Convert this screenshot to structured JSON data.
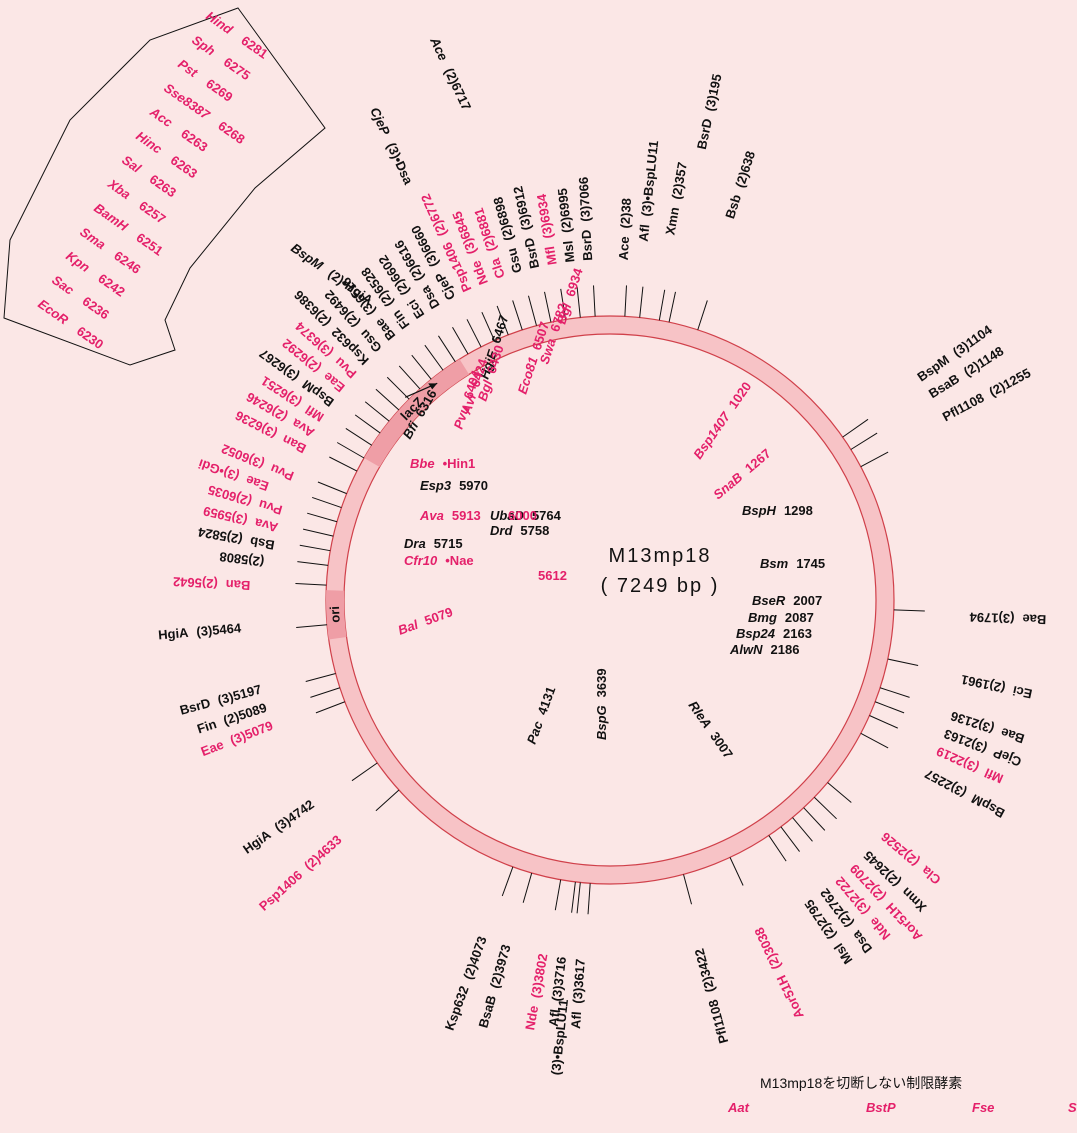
{
  "plasmid": {
    "name": "M13mp18",
    "size_label": "( 7249 bp )"
  },
  "features": [
    {
      "id": "lacz",
      "label": "lacZ"
    },
    {
      "id": "ori",
      "label": "ori"
    }
  ],
  "sites": [
    {
      "name": "Bsb",
      "num": "(2)638",
      "color": "black",
      "angle": 18,
      "r": 460
    },
    {
      "name": "Xmn",
      "num": "(2)357",
      "color": "black",
      "angle": 10,
      "r": 430
    },
    {
      "name": "Afl",
      "num": "(3)•BspLU11",
      "color": "black",
      "angle": 6,
      "r": 420
    },
    {
      "name": "Ace",
      "num": "(2)38",
      "color": "black",
      "angle": 3,
      "r": 400
    },
    {
      "name": "BsrD",
      "num": "(3)7066",
      "color": "black",
      "angle": -3,
      "r": 400
    },
    {
      "name": "Msl",
      "num": "(2)6995",
      "color": "black",
      "angle": -6,
      "r": 400
    },
    {
      "name": "Mfl",
      "num": "(3)6934",
      "color": "pink",
      "angle": -9,
      "r": 400
    },
    {
      "name": "BsrD",
      "num": "(3)6912",
      "color": "black",
      "angle": -12,
      "r": 400
    },
    {
      "name": "Gsu",
      "num": "(2)6898",
      "color": "black",
      "angle": -15,
      "r": 400
    },
    {
      "name": "Cla",
      "num": "(2)6881",
      "color": "pink",
      "angle": -18,
      "r": 400
    },
    {
      "name": "Nde",
      "num": "(3)6845",
      "color": "pink",
      "angle": -21,
      "r": 400
    },
    {
      "name": "Psp1406",
      "num": "(2)6772",
      "color": "pink",
      "angle": -24,
      "r": 400
    },
    {
      "name": "CjeP",
      "num": "(3)6660",
      "color": "black",
      "angle": -27,
      "r": 400
    },
    {
      "name": "Dsa",
      "num": "(2)6616",
      "color": "black",
      "angle": -30,
      "r": 400
    },
    {
      "name": "Eci",
      "num": "(2)6602",
      "color": "black",
      "angle": -33,
      "r": 400
    },
    {
      "name": "Fin",
      "num": "(2)6528",
      "color": "black",
      "angle": -36,
      "r": 400
    },
    {
      "name": "Bae",
      "num": "(3)6516",
      "color": "black",
      "angle": -39,
      "r": 400
    },
    {
      "name": "Gsu",
      "num": "(2)6492",
      "color": "black",
      "angle": -42,
      "r": 400
    },
    {
      "name": "Ksp632",
      "num": "(2)6386",
      "color": "black",
      "angle": -45,
      "r": 400
    },
    {
      "name": "Pvu",
      "num": "(3)6374",
      "color": "pink",
      "angle": -48,
      "r": 400
    },
    {
      "name": "Eae",
      "num": "(2)6292",
      "color": "pink",
      "angle": -51,
      "r": 400
    },
    {
      "name": "BspM",
      "num": "(3)6267",
      "color": "black",
      "angle": -54,
      "r": 400
    },
    {
      "name": "Mfl",
      "num": "(3)6251",
      "color": "pink",
      "angle": -57,
      "r": 400
    },
    {
      "name": "Ava",
      "num": "(2)6246",
      "color": "pink",
      "angle": -60,
      "r": 400
    },
    {
      "name": "Ban",
      "num": "(3)6236",
      "color": "pink",
      "angle": -63,
      "r": 400
    },
    {
      "name": "Pvu",
      "num": "(3)6052",
      "color": "pink",
      "angle": -68,
      "r": 400
    },
    {
      "name": "Eae",
      "num": "(3)•Gdi",
      "color": "pink",
      "angle": -71,
      "r": 420
    },
    {
      "name": "Pvu",
      "num": "(2)6035",
      "color": "pink",
      "angle": -74,
      "r": 400
    },
    {
      "name": "Ava",
      "num": "(3)5959",
      "color": "pink",
      "angle": -77,
      "r": 400
    },
    {
      "name": "Bsb",
      "num": "(2)5824",
      "color": "black",
      "angle": -80,
      "r": 400
    },
    {
      "name": "",
      "num": "(2)5808",
      "color": "black",
      "angle": -83,
      "r": 400
    },
    {
      "name": "Ban",
      "num": "(2)5642",
      "color": "pink",
      "angle": -87,
      "r": 420
    },
    {
      "name": "HgiA",
      "num": "(3)5464",
      "color": "black",
      "angle": -95,
      "r": 430
    },
    {
      "name": "BsrD",
      "num": "(3)5197",
      "color": "black",
      "angle": -105,
      "r": 420
    },
    {
      "name": "Fin",
      "num": "(2)5089",
      "color": "black",
      "angle": -108,
      "r": 420
    },
    {
      "name": "Eae",
      "num": "(3)5079",
      "color": "pink",
      "angle": -111,
      "r": 420
    },
    {
      "name": "HgiA",
      "num": "(3)4742",
      "color": "black",
      "angle": -125,
      "r": 420
    },
    {
      "name": "Psp1406",
      "num": "(2)4633",
      "color": "pink",
      "angle": -132,
      "r": 420
    },
    {
      "name": "Ksp632",
      "num": "(2)4073",
      "color": "black",
      "angle": -160,
      "r": 420
    },
    {
      "name": "BsaB",
      "num": "(2)3973",
      "color": "black",
      "angle": -164,
      "r": 420
    },
    {
      "name": "Nde",
      "num": "(3)3802",
      "color": "pink",
      "angle": -170,
      "r": 420
    },
    {
      "name": "Afl",
      "num": "(3)3716",
      "color": "black",
      "angle": -173,
      "r": 420
    },
    {
      "name": "Afl",
      "num": "(3)3617",
      "color": "black",
      "angle": -176,
      "r": 420
    },
    {
      "name": "",
      "num": "(3)•BspLU11",
      "color": "black",
      "angle": -174,
      "r": 470
    },
    {
      "name": "Pfl1108",
      "num": "(2)3422",
      "color": "black",
      "angle": 165,
      "r": 420
    },
    {
      "name": "Aor51H",
      "num": "(2)3038",
      "color": "pink",
      "angle": 155,
      "r": 420
    },
    {
      "name": "Msl",
      "num": "(2)2795",
      "color": "black",
      "angle": 146,
      "r": 420
    },
    {
      "name": "Dsa",
      "num": "(2)2762",
      "color": "black",
      "angle": 143,
      "r": 420
    },
    {
      "name": "Nde",
      "num": "(3)2722",
      "color": "pink",
      "angle": 140,
      "r": 420
    },
    {
      "name": "Aor51H",
      "num": "(2)2709",
      "color": "pink",
      "angle": 137,
      "r": 420
    },
    {
      "name": "Xmn",
      "num": "(2)2645",
      "color": "black",
      "angle": 134,
      "r": 420
    },
    {
      "name": "Cla",
      "num": "(2)2526",
      "color": "pink",
      "angle": 130,
      "r": 420
    },
    {
      "name": "BspM",
      "num": "(3)2257",
      "color": "black",
      "angle": 118,
      "r": 420
    },
    {
      "name": "Mfl",
      "num": "(3)2219",
      "color": "pink",
      "angle": 114,
      "r": 420
    },
    {
      "name": "CjeP",
      "num": "(3)2163",
      "color": "black",
      "angle": 111,
      "r": 420
    },
    {
      "name": "Bae",
      "num": "(3)2136",
      "color": "black",
      "angle": 108,
      "r": 420
    },
    {
      "name": "Eci",
      "num": "(2)1961",
      "color": "black",
      "angle": 102,
      "r": 420
    },
    {
      "name": "Bae",
      "num": "(3)1794",
      "color": "black",
      "angle": 92,
      "r": 420
    },
    {
      "name": "Pfl1108",
      "num": "(2)1255",
      "color": "black",
      "angle": 62,
      "r": 440
    },
    {
      "name": "BsaB",
      "num": "(2)1148",
      "color": "black",
      "angle": 58,
      "r": 440
    },
    {
      "name": "BspM",
      "num": "(3)1104",
      "color": "black",
      "angle": 55,
      "r": 440
    },
    {
      "name": "BsrD",
      "num": "(3)195",
      "color": "black",
      "angle": 12,
      "r": 520
    }
  ],
  "inner_labels": [
    {
      "name": "Bgl",
      "num": "6934",
      "color": "pink"
    },
    {
      "name": "Swa",
      "num": "6782",
      "color": "pink"
    },
    {
      "name": "Eco81",
      "num": "6507",
      "color": "pink"
    },
    {
      "name": "HgiE",
      "num": "6467",
      "color": "black"
    },
    {
      "name": "Bgl",
      "num": "6430",
      "color": "pink"
    },
    {
      "name": "Avi",
      "num": "6424",
      "color": "pink"
    },
    {
      "name": "Pvu",
      "num": "6404",
      "color": "pink"
    },
    {
      "name": "Bfi",
      "num": "6316",
      "color": "black"
    },
    {
      "name": "Bbe",
      "num": "•Hin1",
      "color": "pink"
    },
    {
      "name": "Esp3",
      "num": "5970",
      "color": "black"
    },
    {
      "name": "Ava",
      "num": "5913",
      "color": "pink"
    },
    {
      "name": "UbaD",
      "num": "5764",
      "color": "black"
    },
    {
      "name": "Drd",
      "num": "5758",
      "color": "black"
    },
    {
      "name": "Dra",
      "num": "5715",
      "color": "black"
    },
    {
      "name": "Cfr10",
      "num": "•Nae",
      "color": "pink"
    },
    {
      "name": "",
      "num": "5612",
      "color": "pink"
    },
    {
      "name": "",
      "num": "6000",
      "color": "pink"
    },
    {
      "name": "Bsp1407",
      "num": "1020",
      "color": "pink"
    },
    {
      "name": "SnaB",
      "num": "1267",
      "color": "pink"
    },
    {
      "name": "BspH",
      "num": "1298",
      "color": "black"
    },
    {
      "name": "Bsm",
      "num": "1745",
      "color": "black"
    },
    {
      "name": "BseR",
      "num": "2007",
      "color": "black"
    },
    {
      "name": "Bmg",
      "num": "2087",
      "color": "black"
    },
    {
      "name": "Bsp24",
      "num": "2163",
      "color": "black"
    },
    {
      "name": "AlwN",
      "num": "2186",
      "color": "black"
    },
    {
      "name": "RleA",
      "num": "3007",
      "color": "black"
    },
    {
      "name": "BspG",
      "num": "3639",
      "color": "black"
    },
    {
      "name": "Pac",
      "num": "4131",
      "color": "black"
    },
    {
      "name": "Bal",
      "num": "5079",
      "color": "pink"
    }
  ],
  "mcs": [
    {
      "name": "Hind",
      "num": "6281"
    },
    {
      "name": "Sph",
      "num": "6275"
    },
    {
      "name": "Pst",
      "num": "6269"
    },
    {
      "name": "Sse8387",
      "num": "6268"
    },
    {
      "name": "Acc",
      "num": "6263"
    },
    {
      "name": "Hinc",
      "num": "6263"
    },
    {
      "name": "Sal",
      "num": "6263"
    },
    {
      "name": "Xba",
      "num": "6257"
    },
    {
      "name": "BamH",
      "num": "6251"
    },
    {
      "name": "Sma",
      "num": "6246"
    },
    {
      "name": "Kpn",
      "num": "6242"
    },
    {
      "name": "Sac",
      "num": "6236"
    },
    {
      "name": "EcoR",
      "num": "6230"
    }
  ],
  "top_extra": [
    {
      "name": "Ace",
      "num": "(2)6717"
    },
    {
      "name": "CjeP",
      "num": "(3)•Dsa"
    },
    {
      "name": "BspM",
      "num": "(2)•HgiA"
    }
  ],
  "legend": {
    "title": "M13mp18を切断しない制限酵素",
    "enzymes": [
      "Aat",
      "BstP",
      "Fse",
      "S"
    ]
  }
}
